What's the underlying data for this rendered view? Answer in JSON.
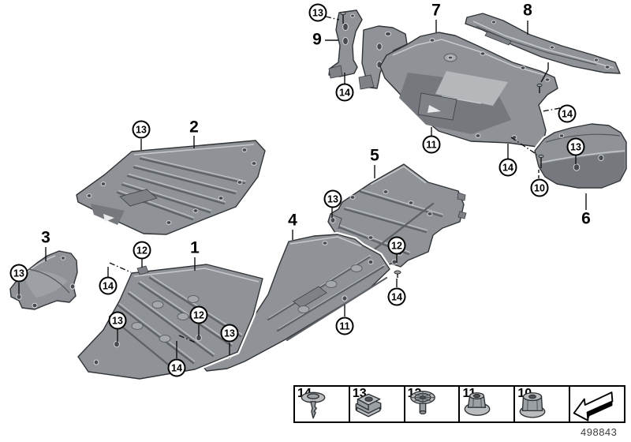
{
  "figure_code": "498843",
  "colors": {
    "background": "#ffffff",
    "panel_base": "#8f9397",
    "panel_light": "#b4b8bb",
    "panel_dark": "#75797d",
    "outline": "#303437",
    "callout_text": "#000000"
  },
  "callouts": {
    "plain": [
      {
        "label": "7"
      },
      {
        "label": "8"
      },
      {
        "label": "9"
      },
      {
        "label": "2"
      },
      {
        "label": "5"
      },
      {
        "label": "4"
      },
      {
        "label": "3"
      },
      {
        "label": "1"
      },
      {
        "label": "6"
      }
    ],
    "circled": [
      {
        "label": "13"
      },
      {
        "label": "14"
      },
      {
        "label": "14"
      },
      {
        "label": "11"
      },
      {
        "label": "14"
      },
      {
        "label": "13"
      },
      {
        "label": "10"
      },
      {
        "label": "13"
      },
      {
        "label": "13"
      },
      {
        "label": "12"
      },
      {
        "label": "14"
      },
      {
        "label": "11"
      },
      {
        "label": "13"
      },
      {
        "label": "12"
      },
      {
        "label": "14"
      },
      {
        "label": "13"
      },
      {
        "label": "12"
      },
      {
        "label": "14"
      },
      {
        "label": "13"
      }
    ]
  },
  "legend": {
    "items": [
      {
        "num": "14",
        "icon": "push-rivet"
      },
      {
        "num": "13",
        "icon": "cage-nut"
      },
      {
        "num": "12",
        "icon": "expanding-rivet"
      },
      {
        "num": "11",
        "icon": "flange-nut"
      },
      {
        "num": "10",
        "icon": "cap-nut"
      },
      {
        "num": "",
        "icon": "direction-arrow"
      }
    ]
  }
}
